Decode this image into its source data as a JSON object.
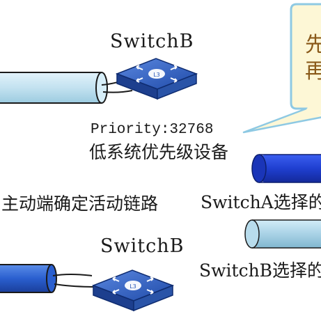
{
  "top_switch": {
    "name": "SwitchB"
  },
  "bottom_switch": {
    "name": "SwitchB"
  },
  "priority": {
    "text": "Priority:32768"
  },
  "low_priority_device": {
    "text": "低系统优先级设备"
  },
  "active_link_rule": {
    "text": "主动端确定活动链路"
  },
  "legend": [
    {
      "text": "SwitchA选择的",
      "color": "#1f3fd0"
    },
    {
      "text": "SwitchB选择的",
      "color": "#a9d2e6"
    }
  ],
  "callout": {
    "line1": "先",
    "line2": "再",
    "bg": "#fdf7d6",
    "border": "#8ec9e3"
  },
  "colors": {
    "cable_light": "#bfe0ef",
    "cable_dark": "#2a5fcf",
    "switch_blue": "#2656b6",
    "legend_dark": "#1f3fd0",
    "legend_light": "#a9d2e6"
  }
}
